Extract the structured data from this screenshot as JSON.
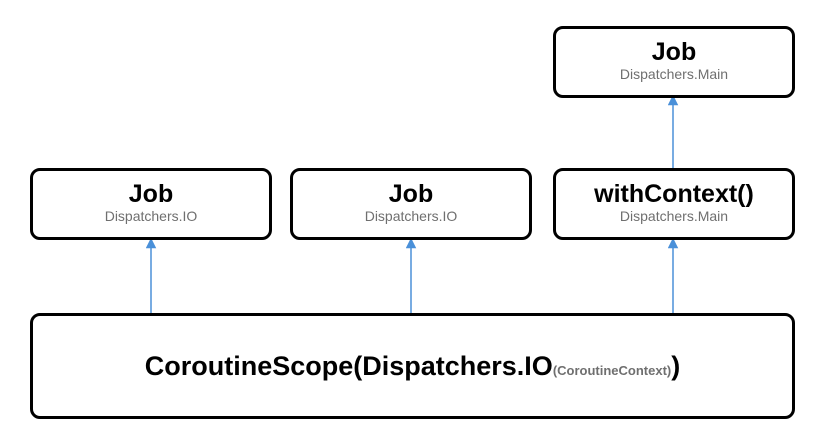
{
  "diagram": {
    "top_job": {
      "title": "Job",
      "dispatcher": "Dispatchers.Main"
    },
    "middle_boxes": [
      {
        "title": "Job",
        "dispatcher": "Dispatchers.IO"
      },
      {
        "title": "Job",
        "dispatcher": "Dispatchers.IO"
      },
      {
        "title": "withContext()",
        "dispatcher": "Dispatchers.Main"
      }
    ],
    "scope": {
      "prefix": "CoroutineScope(Dispatchers.IO",
      "subscript": "(CoroutineContext)",
      "suffix": ")"
    },
    "colors": {
      "border": "#000000",
      "subtext": "#6f6f6f",
      "arrow": "#4a90d9"
    }
  }
}
